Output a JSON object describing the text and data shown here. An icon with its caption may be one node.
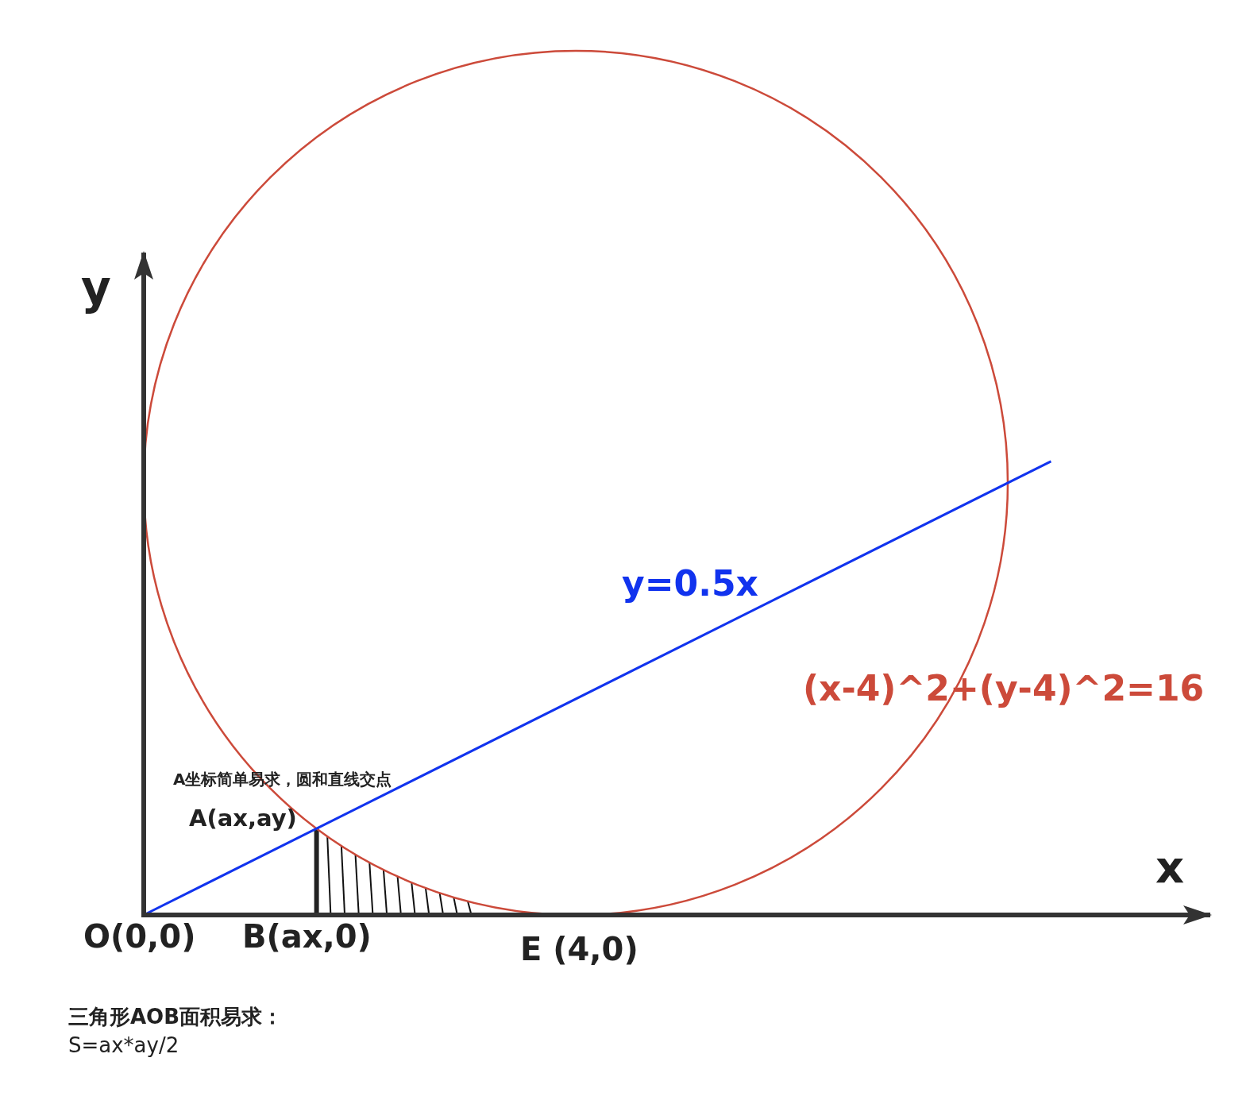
{
  "diagram": {
    "labels": [
      "y",
      "y=0.5x",
      "(x-4)^2+(y-4)^2=16",
      "A坐标简单易求，圆和直线交点",
      "A(ax,ay)",
      "x",
      "O(0,0)",
      "B(ax,0)",
      "E (4,0)",
      "三角形AOB面积易求：",
      "S=ax*ay/2"
    ]
  }
}
